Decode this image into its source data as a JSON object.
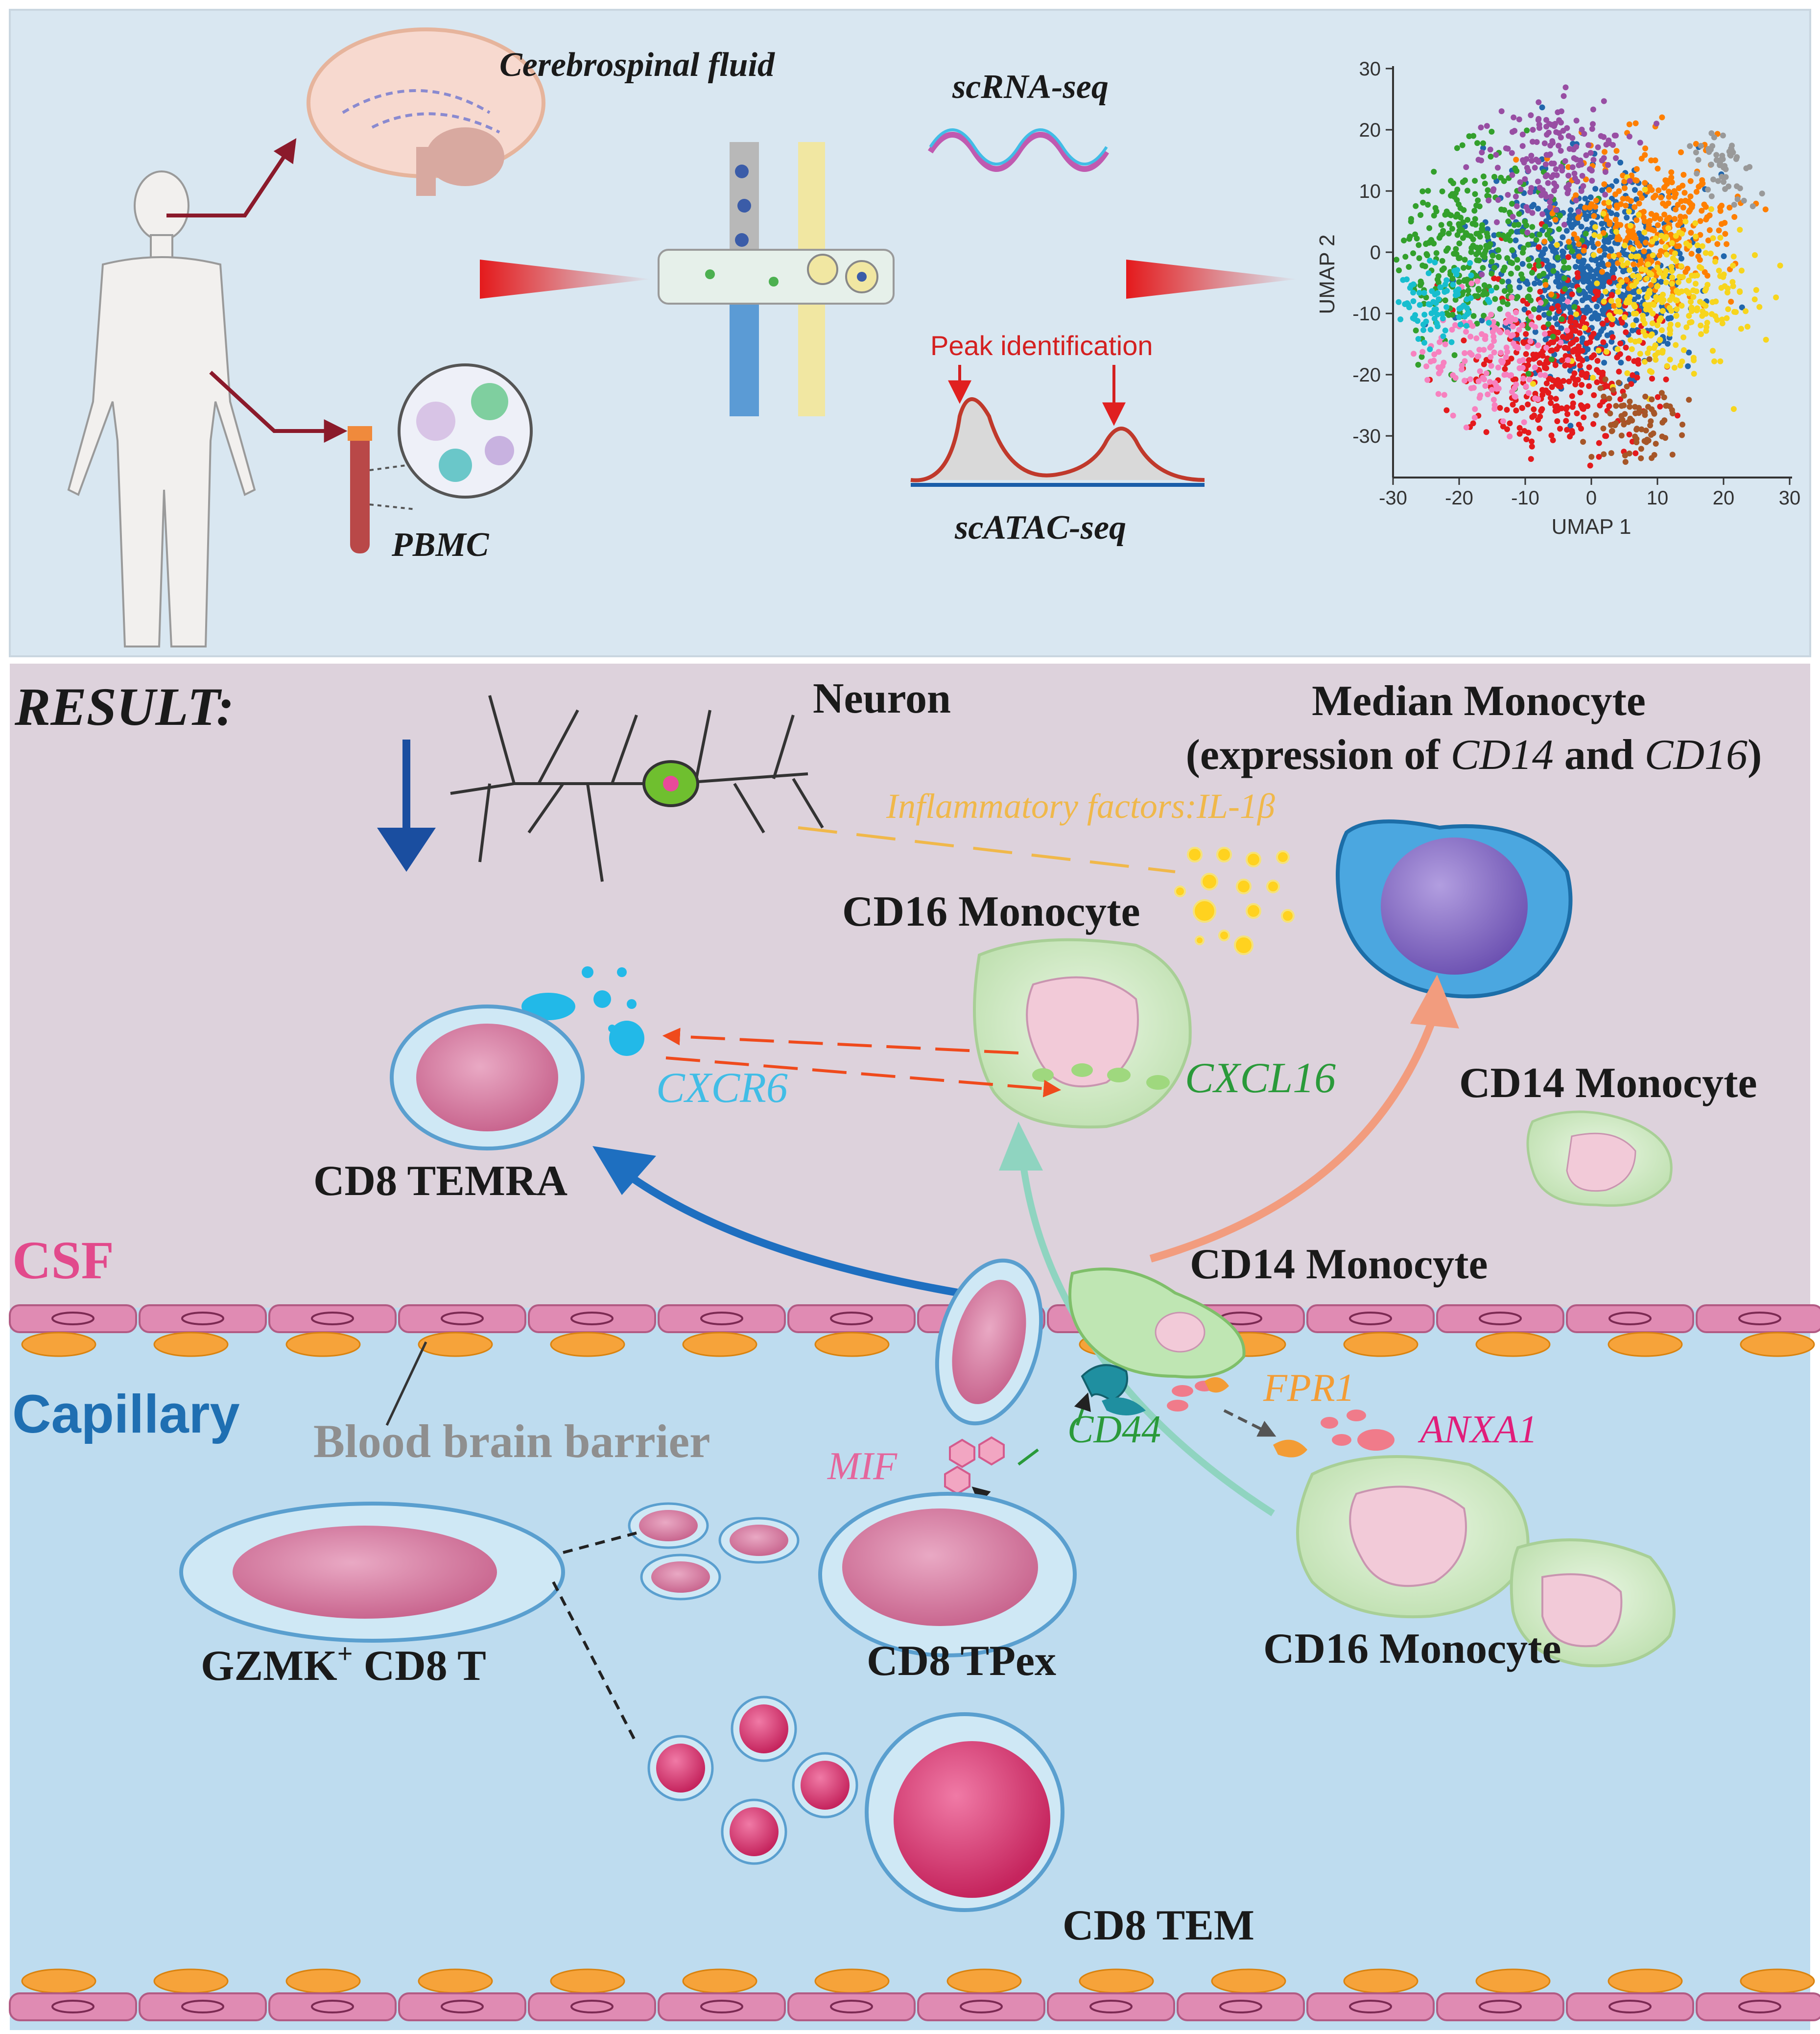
{
  "workflow": {
    "csf_label": "Cerebrospinal fluid",
    "pbmc_label": "PBMC",
    "scrna_label": "scRNA-seq",
    "peak_label": "Peak identification",
    "scatac_label": "scATAC-seq"
  },
  "umap": {
    "xlabel": "UMAP 1",
    "ylabel": "UMAP 2",
    "x_ticks": [
      "-30",
      "-20",
      "-10",
      "0",
      "10",
      "20",
      "30"
    ],
    "y_ticks": [
      "30",
      "20",
      "10",
      "0",
      "-10",
      "-20",
      "-30"
    ],
    "cluster_colors": [
      "#2166ac",
      "#e41a1c",
      "#33a02c",
      "#ff7f00",
      "#f7d51d",
      "#984ea3",
      "#f781bf",
      "#999999",
      "#a65628",
      "#17becf"
    ]
  },
  "result": {
    "heading": "RESULT:",
    "neuron": "Neuron",
    "median_monocyte_line1": "Median Monocyte",
    "median_monocyte_line2_a": "(expression of ",
    "median_monocyte_cd14": "CD14",
    "median_monocyte_and": " and ",
    "median_monocyte_cd16": "CD16",
    "median_monocyte_close": ")",
    "inflammatory": "Inflammatory factors:IL-1β",
    "cd16_monocyte_top": "CD16 Monocyte",
    "cxcr6": "CXCR6",
    "cxcl16": "CXCL16",
    "cd8_temra": "CD8 TEMRA",
    "cd14_monocyte_right": "CD14 Monocyte",
    "csf": "CSF",
    "cd14_monocyte_mid": "CD14 Monocyte",
    "capillary": "Capillary",
    "bbb": "Blood brain barrier",
    "fpr1": "FPR1",
    "cd44": "CD44",
    "anxa1": "ANXA1",
    "mif": "MIF",
    "gzmk_a": "GZMK",
    "gzmk_sup": "+",
    "gzmk_b": " CD8 T",
    "cd8_tpex": "CD8 TPex",
    "cd16_monocyte_bottom": "CD16 Monocyte",
    "cd8_tem": "CD8 TEM"
  },
  "colors": {
    "top_panel_bg": "#d9e7f1",
    "csf_bg": "#ddd2dc",
    "capillary_bg": "#bedcef",
    "csf_label": "#e24a8c",
    "capillary_label": "#1f6fb2",
    "bbb_label": "#8f8f8f",
    "inflammatory": "#f0b84a",
    "cxcr6": "#41bde6",
    "green_text": "#2a9a3a",
    "fpr1": "#f39c34",
    "anxa1": "#e01e7a",
    "mif": "#e4669c"
  }
}
